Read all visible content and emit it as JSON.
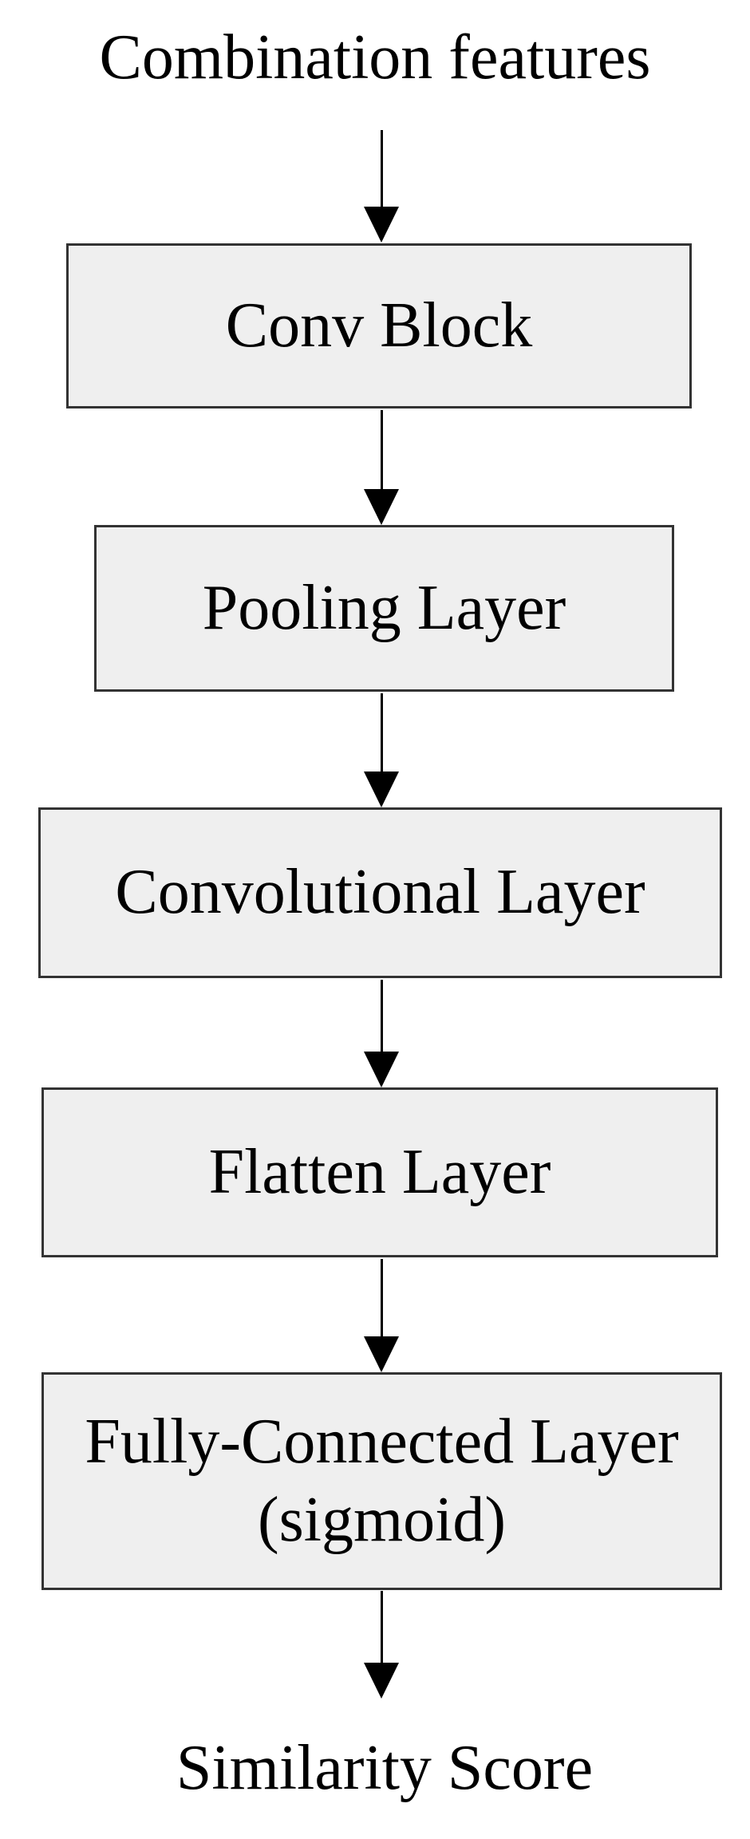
{
  "diagram": {
    "type": "flowchart",
    "direction": "top-to-bottom",
    "input_label": "Combination features",
    "output_label": "Similarity Score",
    "nodes": [
      {
        "label": "Conv Block"
      },
      {
        "label": "Pooling Layer"
      },
      {
        "label": "Convolutional Layer"
      },
      {
        "label": "Flatten Layer"
      },
      {
        "label": "Fully-Connected Layer (sigmoid)"
      }
    ],
    "colors": {
      "background": "#ffffff",
      "box_fill": "#efefef",
      "box_border": "#333333",
      "arrow": "#000000",
      "text": "#000000"
    }
  }
}
